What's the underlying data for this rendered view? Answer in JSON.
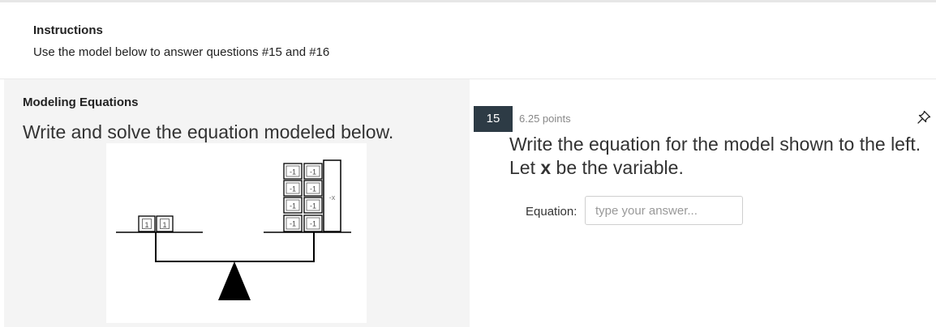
{
  "instructions": {
    "title": "Instructions",
    "text": "Use the model below to answer questions #15 and #16"
  },
  "left": {
    "title": "Modeling Equations",
    "prompt": "Write and solve the equation modeled below.",
    "model": {
      "left_pan_tiles": [
        "1",
        "1"
      ],
      "right_pan_tiles": [
        "-1",
        "-1",
        "-1",
        "-1",
        "-1",
        "-1",
        "-1",
        "-1"
      ],
      "right_pan_bar": "-x"
    }
  },
  "question": {
    "number": "15",
    "points": "6.25 points",
    "text_before": "Write the equation for the model shown to the left. Let ",
    "variable": "x",
    "text_after": " be the variable.",
    "equation_label": "Equation:",
    "equation_placeholder": "type your answer...",
    "equation_value": "",
    "pin_icon": "pin-icon"
  },
  "colors": {
    "question_badge": "#2d3b45",
    "left_panel_bg": "#f4f4f4"
  }
}
